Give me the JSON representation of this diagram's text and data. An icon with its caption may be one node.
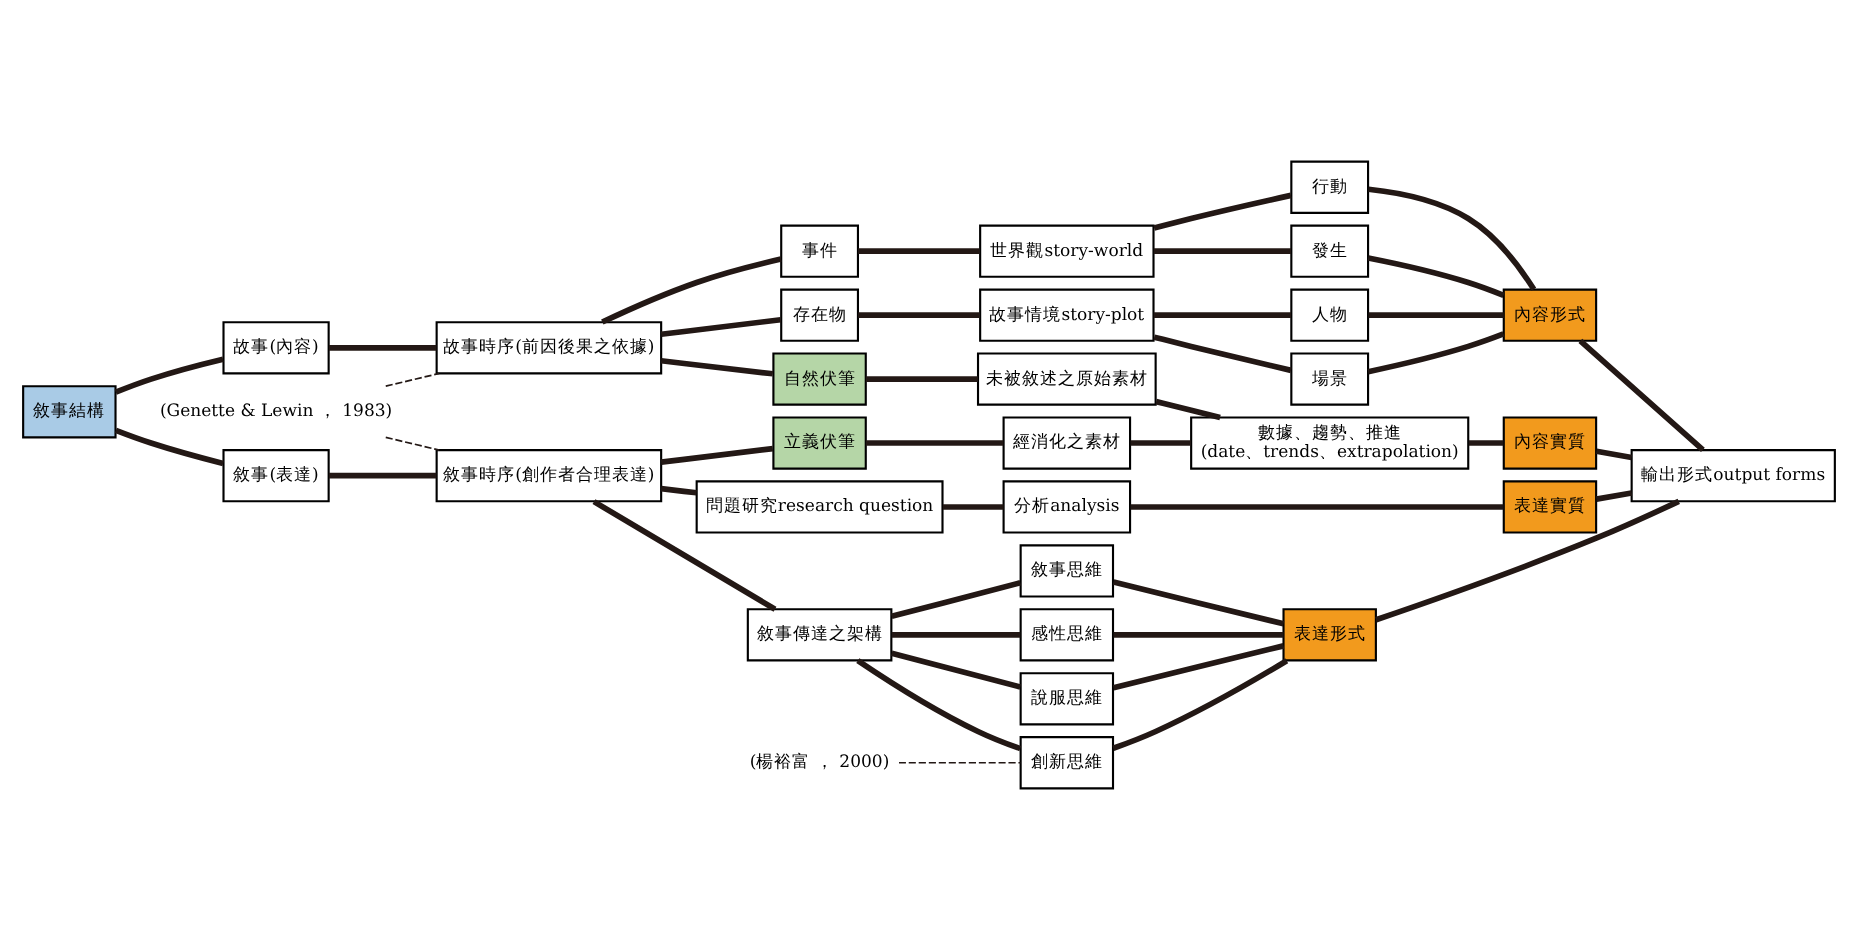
{
  "diagram": {
    "nodes": [
      {
        "text": [
          "敘事結構"
        ]
      },
      {
        "text": [
          "故事(內容)"
        ]
      },
      {
        "text": [
          "敘事(表達)"
        ]
      },
      {
        "text": [
          "故事時序(前因後果之依據)"
        ]
      },
      {
        "text": [
          "敘事時序(創作者合理表達)"
        ]
      },
      {
        "text": [
          "事件"
        ]
      },
      {
        "text": [
          "存在物"
        ]
      },
      {
        "text": [
          "世界觀story-world"
        ]
      },
      {
        "text": [
          "故事情境story-plot"
        ]
      },
      {
        "text": [
          "行動"
        ]
      },
      {
        "text": [
          "發生"
        ]
      },
      {
        "text": [
          "人物"
        ]
      },
      {
        "text": [
          "場景"
        ]
      },
      {
        "text": [
          "內容形式"
        ]
      },
      {
        "text": [
          "自然伏筆"
        ]
      },
      {
        "text": [
          "未被敘述之原始素材"
        ]
      },
      {
        "text": [
          "立義伏筆"
        ]
      },
      {
        "text": [
          "經消化之素材"
        ]
      },
      {
        "text": [
          "數據、趨勢、推進",
          "(date、trends、extrapolation)"
        ]
      },
      {
        "text": [
          "內容實質"
        ]
      },
      {
        "text": [
          "問題研究research question"
        ]
      },
      {
        "text": [
          "分析analysis"
        ]
      },
      {
        "text": [
          "表達實質"
        ]
      },
      {
        "text": [
          "敘事傳達之架構"
        ]
      },
      {
        "text": [
          "敘事思維"
        ]
      },
      {
        "text": [
          "感性思維"
        ]
      },
      {
        "text": [
          "說服思維"
        ]
      },
      {
        "text": [
          "創新思維"
        ]
      },
      {
        "text": [
          "表達形式"
        ]
      },
      {
        "text": [
          "輸出形式output forms"
        ]
      },
      {
        "text": [
          "(Genette & Lewin ， 1983)"
        ]
      },
      {
        "text": [
          "(楊裕富 ， 2000)"
        ]
      }
    ],
    "edges": [
      {
        "from": 0,
        "to": 1,
        "arrow": "none"
      },
      {
        "from": 0,
        "to": 2,
        "arrow": "none"
      },
      {
        "from": 1,
        "to": 3,
        "arrow": "none"
      },
      {
        "from": 2,
        "to": 4,
        "arrow": "none"
      },
      {
        "from": 3,
        "to": 5,
        "arrow": "none"
      },
      {
        "from": 3,
        "to": 6,
        "arrow": "none"
      },
      {
        "from": 3,
        "to": 14,
        "arrow": "none"
      },
      {
        "from": 4,
        "to": 16,
        "arrow": "none"
      },
      {
        "from": 4,
        "to": 20,
        "arrow": "none"
      },
      {
        "from": 4,
        "to": 23,
        "arrow": "none"
      },
      {
        "from": 5,
        "to": 7,
        "arrow": "none"
      },
      {
        "from": 6,
        "to": 8,
        "arrow": "none"
      },
      {
        "from": 7,
        "to": 9,
        "arrow": "none"
      },
      {
        "from": 7,
        "to": 10,
        "arrow": "none"
      },
      {
        "from": 8,
        "to": 11,
        "arrow": "none"
      },
      {
        "from": 8,
        "to": 12,
        "arrow": "none"
      },
      {
        "from": 9,
        "to": 13,
        "arrow": "none"
      },
      {
        "from": 10,
        "to": 13,
        "arrow": "none"
      },
      {
        "from": 11,
        "to": 13,
        "arrow": "none"
      },
      {
        "from": 12,
        "to": 13,
        "arrow": "none"
      },
      {
        "from": 14,
        "to": 15,
        "arrow": "none"
      },
      {
        "from": 16,
        "to": 17,
        "arrow": "none"
      },
      {
        "from": 15,
        "to": 18,
        "arrow": "none"
      },
      {
        "from": 17,
        "to": 18,
        "arrow": "none"
      },
      {
        "from": 18,
        "to": 19,
        "arrow": "none"
      },
      {
        "from": 20,
        "to": 21,
        "arrow": "none"
      },
      {
        "from": 21,
        "to": 22,
        "arrow": "none"
      },
      {
        "from": 23,
        "to": 24,
        "arrow": "none"
      },
      {
        "from": 23,
        "to": 25,
        "arrow": "none"
      },
      {
        "from": 23,
        "to": 26,
        "arrow": "none"
      },
      {
        "from": 23,
        "to": 27,
        "arrow": "none"
      },
      {
        "from": 24,
        "to": 28,
        "arrow": "none"
      },
      {
        "from": 25,
        "to": 28,
        "arrow": "none"
      },
      {
        "from": 26,
        "to": 28,
        "arrow": "none"
      },
      {
        "from": 27,
        "to": 28,
        "arrow": "none"
      },
      {
        "from": 13,
        "to": 29,
        "arrow": "none"
      },
      {
        "from": 19,
        "to": 29,
        "arrow": "none"
      },
      {
        "from": 22,
        "to": 29,
        "arrow": "none"
      },
      {
        "from": 28,
        "to": 29,
        "arrow": "none"
      },
      {
        "from": 30,
        "to": 3,
        "arrow": "none",
        "style": "dashed"
      },
      {
        "from": 30,
        "to": 4,
        "arrow": "none",
        "style": "dashed"
      },
      {
        "from": 31,
        "to": 27,
        "arrow": "none",
        "style": "dashed"
      }
    ]
  }
}
